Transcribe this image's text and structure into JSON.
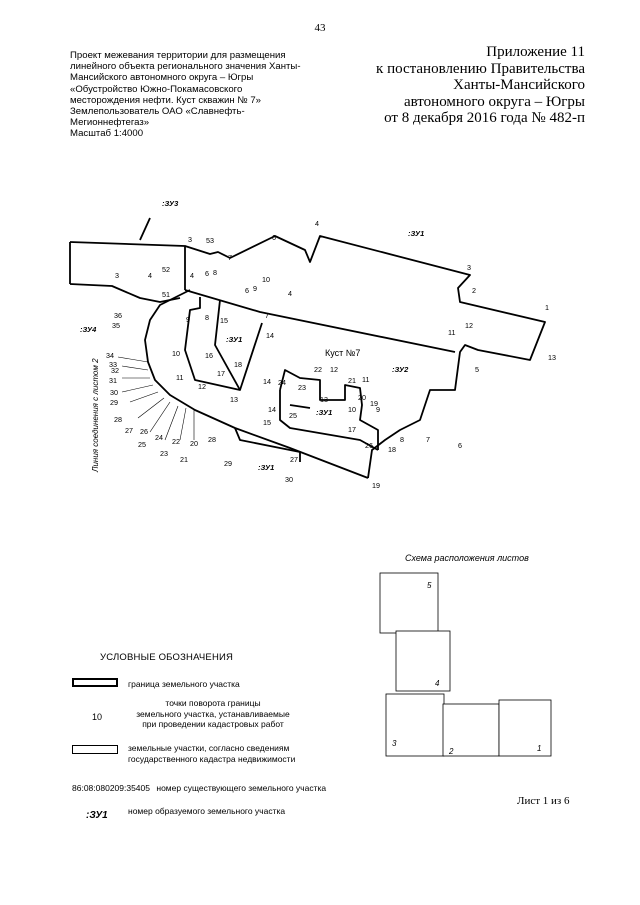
{
  "page_number": "43",
  "project": {
    "lines": [
      "Проект межевания территории для размещения",
      "линейного объекта регионального значения Ханты-",
      "Мансийского автономного округа – Югры",
      "«Обустройство Южно-Покамасовского",
      "месторождения нефти. Куст скважин № 7»",
      "Землепользователь  ОАО «Славнефть-",
      "Мегионнефтегаз»",
      "Масштаб 1:4000"
    ]
  },
  "appendix": {
    "lines": [
      "Приложение 11",
      "к постановлению Правительства",
      "Ханты-Мансийского",
      "автономного округа – Югры",
      "от 8 декабря 2016 года № 482-п"
    ]
  },
  "map": {
    "parcel_labels": [
      ":ЗУ3",
      ":ЗУ1",
      ":ЗУ4",
      ":ЗУ1",
      ":ЗУ2",
      ":ЗУ1",
      ":ЗУ1"
    ],
    "site_label": "Куст №7",
    "sheet_join_label": "Линия соединения с листом 2",
    "points": [
      "1",
      "2",
      "3",
      "4",
      "5",
      "6",
      "7",
      "8",
      "9",
      "10",
      "11",
      "12",
      "13",
      "14",
      "15",
      "16",
      "17",
      "18",
      "19",
      "20",
      "21",
      "22",
      "23",
      "24",
      "25",
      "26",
      "27",
      "28",
      "29",
      "30",
      "31",
      "32",
      "33",
      "34",
      "35",
      "36",
      "51",
      "52",
      "53"
    ]
  },
  "scheme": {
    "title": "Схема расположения листов",
    "sheets": [
      "1",
      "2",
      "3",
      "4",
      "5"
    ]
  },
  "legend": {
    "title": "УСЛОВНЫЕ ОБОЗНАЧЕНИЯ",
    "boundary": "граница земельного участка",
    "point_sample": "10",
    "points_lines": [
      "точки поворота границы",
      "земельного участка, устанавливаемые",
      "при проведении кадастровых работ"
    ],
    "gkn_lines": [
      "земельные участки, согласно сведениям",
      "государственного кадастра недвижимости"
    ],
    "cad_number": "86:08:080209:35405",
    "cad_text": "номер существующего земельного участка",
    "new_code": ":ЗУ1",
    "new_text": "номер образуемого земельного участка"
  },
  "sheet_of": "Лист 1 из 6"
}
